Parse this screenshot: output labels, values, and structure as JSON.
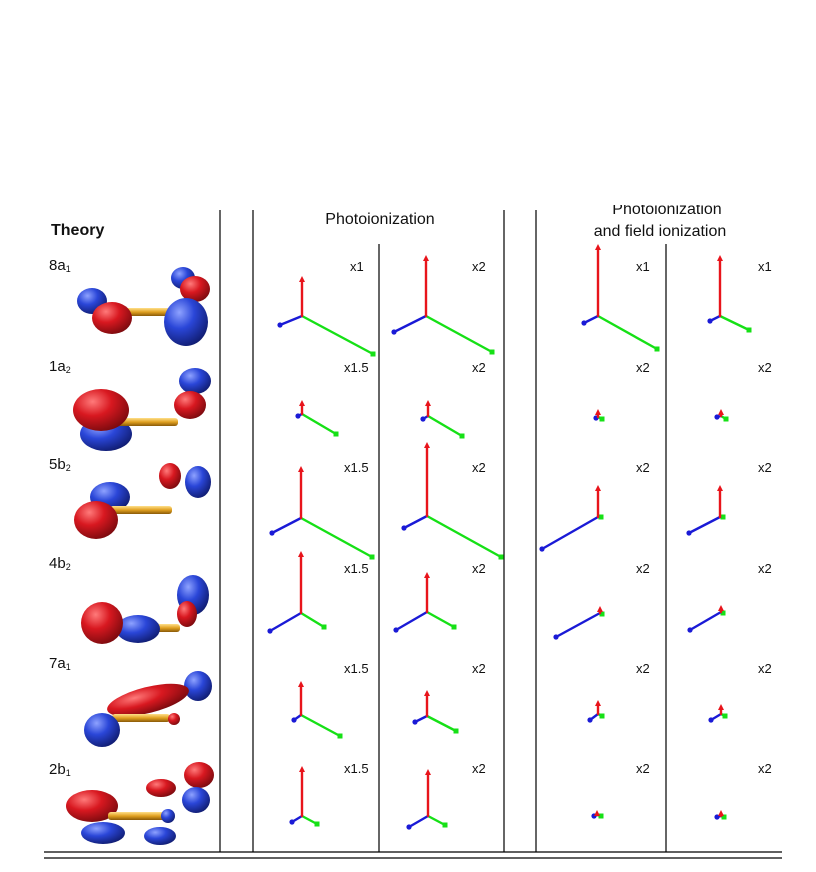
{
  "headers": {
    "theory": "Theory",
    "photo": "Photoionization",
    "photo_field_line1": "Photoionization",
    "photo_field_line2": "and field ionization"
  },
  "colors": {
    "z_axis": "#e8141b",
    "x_axis": "#1a1ad6",
    "y_axis": "#16e016",
    "lobe_red": "#d81820",
    "lobe_blue": "#2a46d8",
    "bond": "#e0a020"
  },
  "rows": [
    {
      "label": "8a",
      "sub": "1",
      "scales": [
        "x1",
        "x2",
        "x1",
        "x1"
      ]
    },
    {
      "label": "1a",
      "sub": "2",
      "scales": [
        "x1.5",
        "x2",
        "x2",
        "x2"
      ]
    },
    {
      "label": "5b",
      "sub": "2",
      "scales": [
        "x1.5",
        "x2",
        "x2",
        "x2"
      ]
    },
    {
      "label": "4b",
      "sub": "2",
      "scales": [
        "x1.5",
        "x2",
        "x2",
        "x2"
      ]
    },
    {
      "label": "7a",
      "sub": "1",
      "scales": [
        "x1.5",
        "x2",
        "x2",
        "x2"
      ]
    },
    {
      "label": "2b",
      "sub": "1",
      "scales": [
        "x1.5",
        "x2",
        "x2",
        "x2"
      ]
    }
  ]
}
